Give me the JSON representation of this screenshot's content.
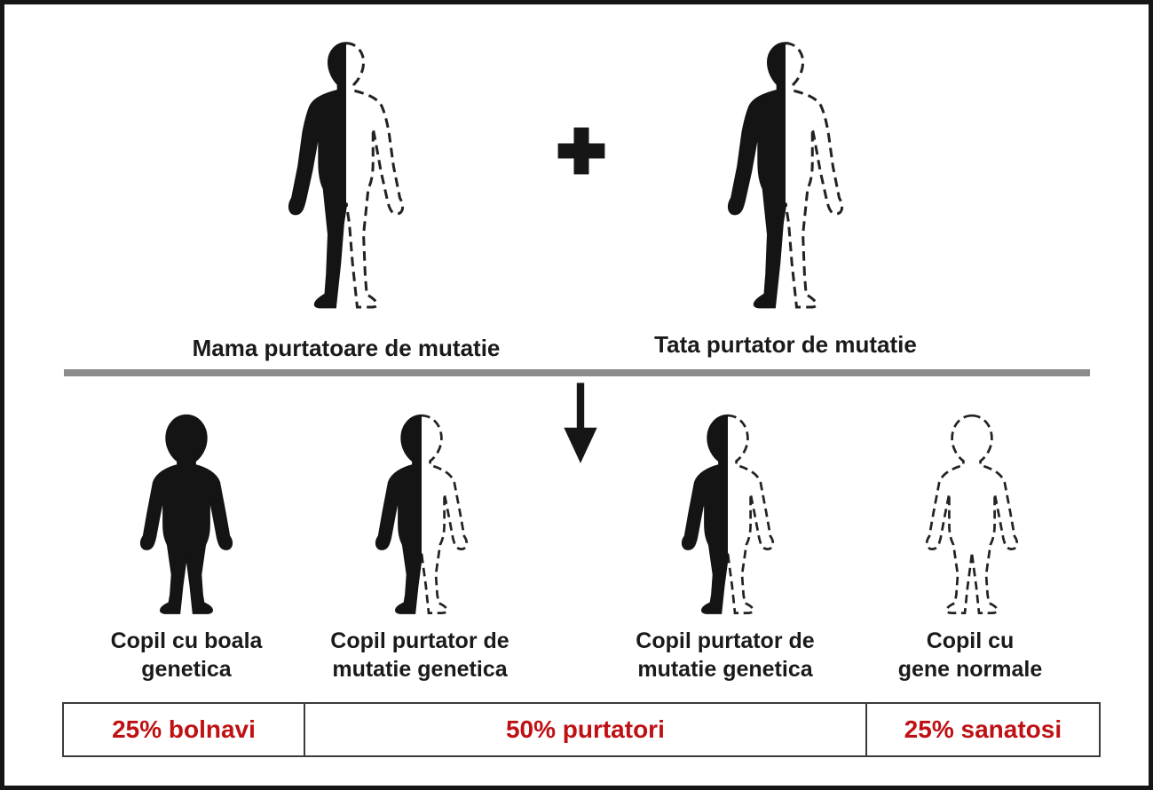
{
  "diagram": {
    "title_semantic": "autosomal recessive inheritance pedigree",
    "parents": [
      {
        "label": "Mama purtatoare de mutatie",
        "figure": "half-filled-adult"
      },
      {
        "label": "Tata purtator de mutatie",
        "figure": "half-filled-adult"
      }
    ],
    "icons": {
      "plus": "plus-icon",
      "arrow": "down-arrow-icon"
    },
    "children": [
      {
        "label_line1": "Copil cu boala",
        "label_line2": "genetica",
        "figure": "solid-child"
      },
      {
        "label_line1": "Copil purtator de",
        "label_line2": "mutatie genetica",
        "figure": "half-filled-child"
      },
      {
        "label_line1": "Copil purtator de",
        "label_line2": "mutatie genetica",
        "figure": "half-filled-child"
      },
      {
        "label_line1": "Copil cu",
        "label_line2": "gene normale",
        "figure": "outline-child"
      }
    ],
    "ratio_table": {
      "cells": [
        {
          "text": "25% bolnavi"
        },
        {
          "text": "50% purtatori"
        },
        {
          "text": "25% sanatosi"
        }
      ]
    },
    "colors": {
      "ratio_text_red": "#bf1013",
      "divider_gray": "#8c8c8c",
      "figure_black": "#141414",
      "table_border": "#3b3b3b"
    }
  }
}
